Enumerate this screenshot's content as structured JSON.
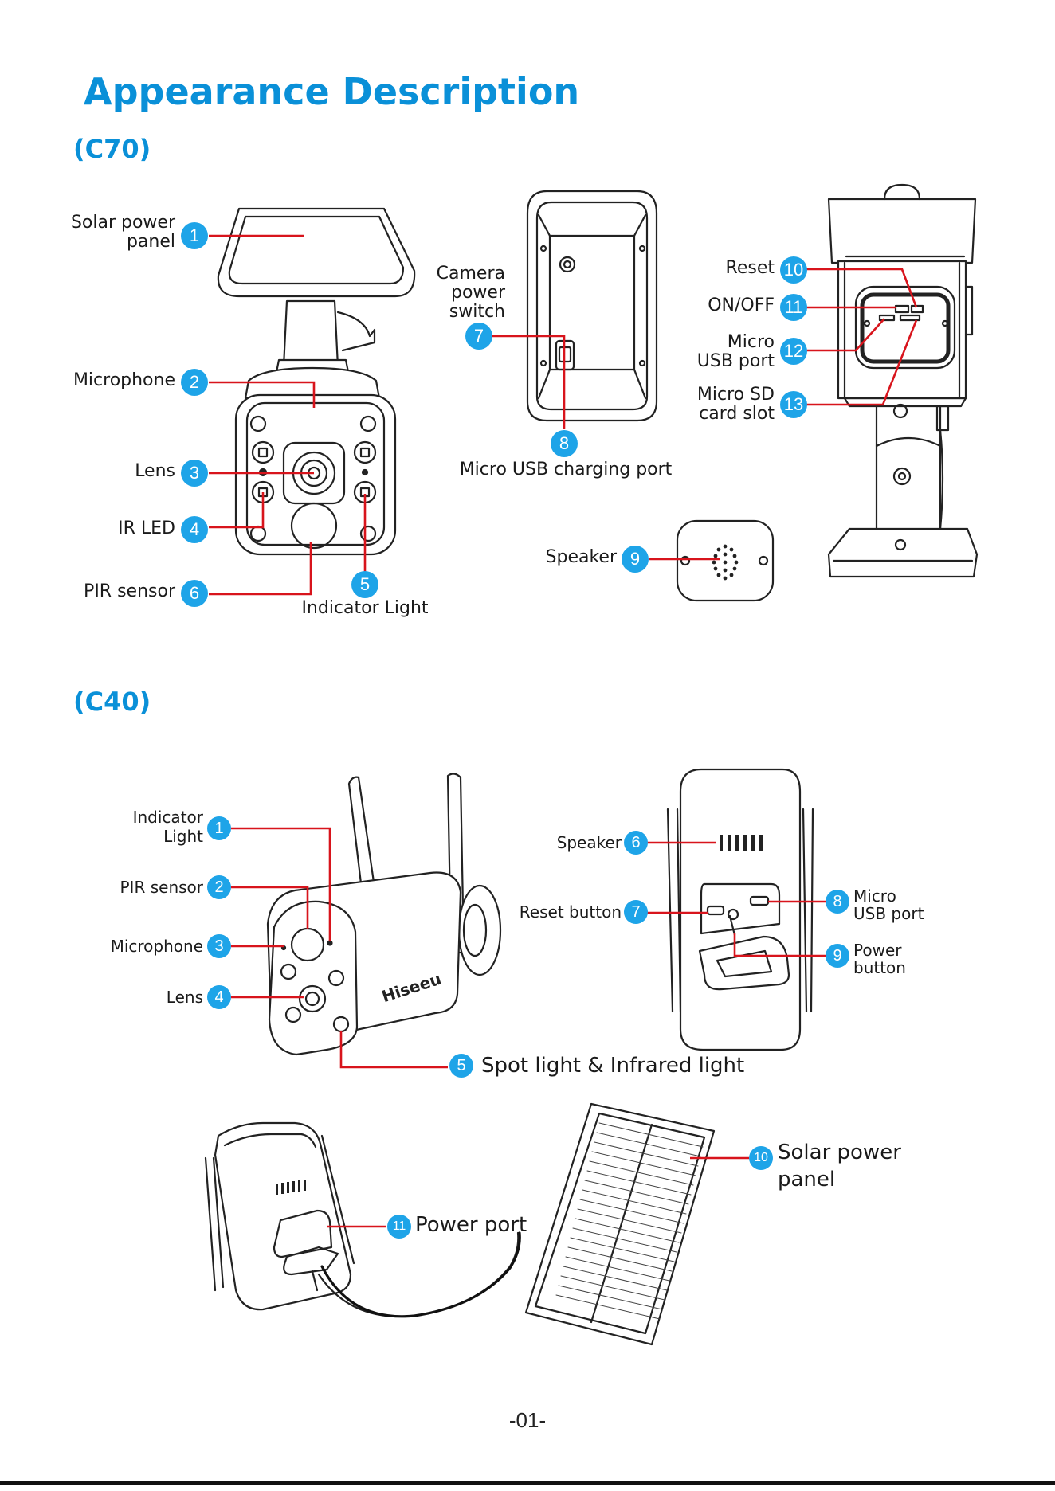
{
  "title": "Appearance Description",
  "c70": {
    "heading": "(C70)",
    "labels": {
      "solar_panel": {
        "num": "1",
        "line1": "Solar power",
        "line2": "panel"
      },
      "microphone": {
        "num": "2",
        "text": "Microphone"
      },
      "lens": {
        "num": "3",
        "text": "Lens"
      },
      "ir_led": {
        "num": "4",
        "text": "IR LED"
      },
      "indicator_light": {
        "num": "5",
        "text": "Indicator Light"
      },
      "pir_sensor": {
        "num": "6",
        "text": "PIR sensor"
      },
      "camera_power_switch": {
        "num": "7",
        "line1": "Camera",
        "line2": "power",
        "line3": "switch"
      },
      "micro_usb_charging": {
        "num": "8",
        "text": "Micro USB charging port"
      },
      "speaker": {
        "num": "9",
        "text": "Speaker"
      },
      "reset": {
        "num": "10",
        "text": "Reset"
      },
      "on_off": {
        "num": "11",
        "text": "ON/OFF"
      },
      "micro_usb": {
        "num": "12",
        "line1": "Micro",
        "line2": "USB port"
      },
      "micro_sd": {
        "num": "13",
        "line1": "Micro SD",
        "line2": "card slot"
      }
    }
  },
  "c40": {
    "heading": "(C40)",
    "brand": "Hiseeu",
    "labels": {
      "indicator_light": {
        "num": "1",
        "line1": "Indicator",
        "line2": "Light"
      },
      "pir_sensor": {
        "num": "2",
        "text": "PIR sensor"
      },
      "microphone": {
        "num": "3",
        "text": "Microphone"
      },
      "lens": {
        "num": "4",
        "text": "Lens"
      },
      "spot_light": {
        "num": "5",
        "text": "Spot light & Infrared light"
      },
      "speaker": {
        "num": "6",
        "text": "Speaker"
      },
      "reset_button": {
        "num": "7",
        "text": "Reset button"
      },
      "micro_usb": {
        "num": "8",
        "line1": "Micro",
        "line2": "USB port"
      },
      "power_button": {
        "num": "9",
        "line1": "Power",
        "line2": "button"
      },
      "solar_panel": {
        "num": "10",
        "line1": "Solar power",
        "line2": "panel"
      },
      "power_port": {
        "num": "11",
        "text": "Power port"
      }
    }
  },
  "page_number": "-01-",
  "colors": {
    "accent": "#0a90d8",
    "badge": "#1ea4e8",
    "leader": "#d8141c",
    "ink": "#1a1a1a"
  }
}
